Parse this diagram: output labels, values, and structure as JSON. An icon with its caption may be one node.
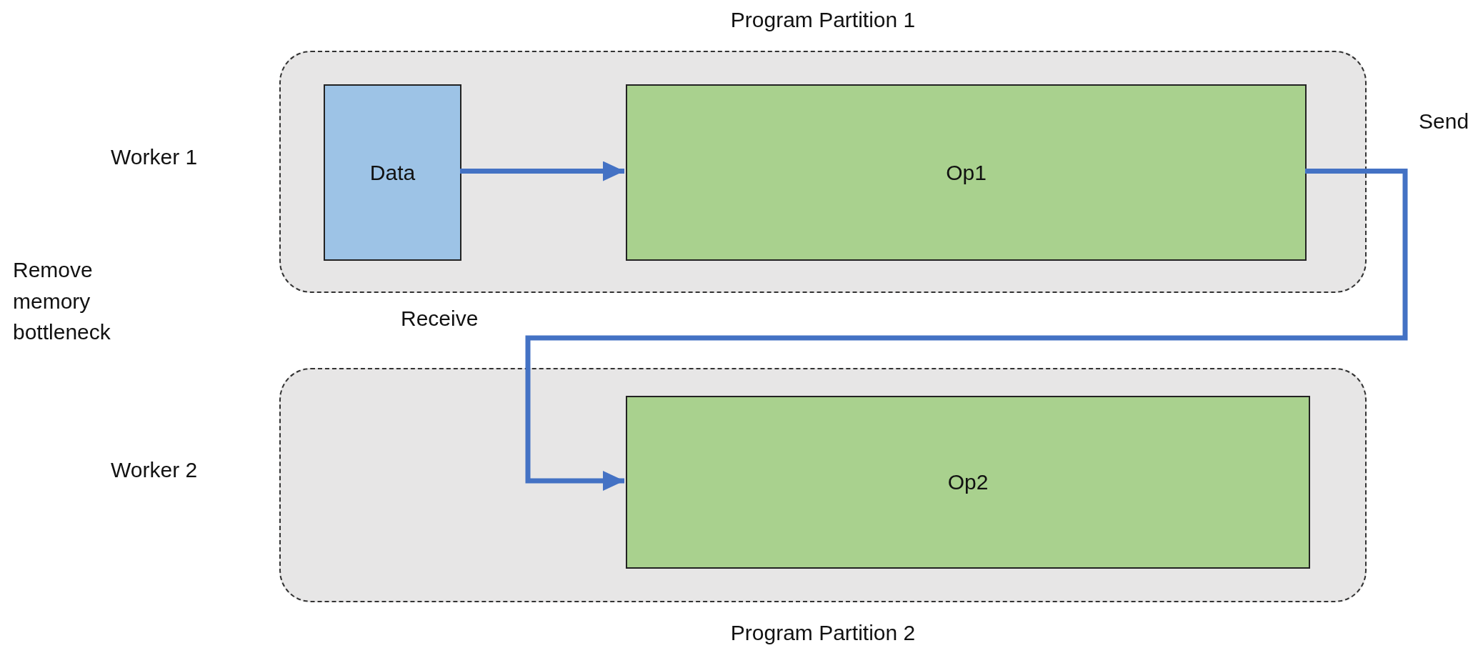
{
  "diagram": {
    "nodes": [
      {
        "text": [
          "Program Partition 1"
        ]
      },
      {
        "text": [
          "Data"
        ],
        "in": 0
      },
      {
        "text": [
          "Op1"
        ],
        "in": 0
      },
      {
        "text": [
          "Program Partition 2"
        ]
      },
      {
        "text": [
          "Op2"
        ],
        "in": 3
      }
    ],
    "edges": [
      {
        "from": 1,
        "to": 2,
        "arrow": "to"
      },
      {
        "from": 2,
        "to": 4,
        "arrow": "to"
      }
    ],
    "labels": [
      "Worker 1",
      "Remove memory bottleneck",
      "Send",
      "Receive",
      "Worker 2"
    ]
  }
}
